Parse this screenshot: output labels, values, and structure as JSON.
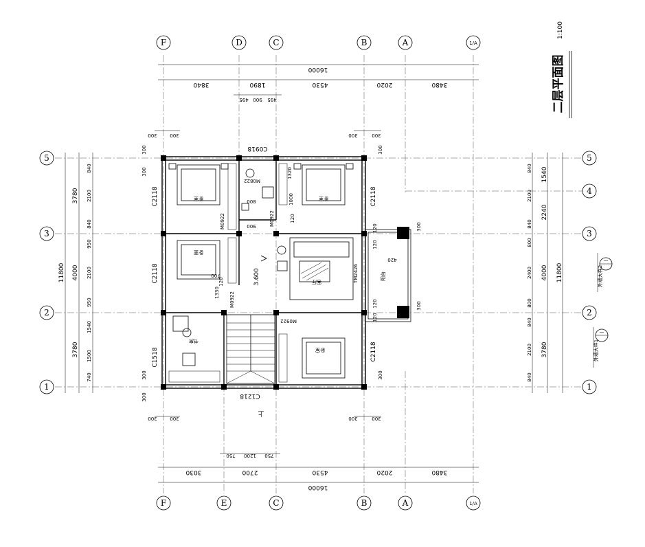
{
  "title": "二层平面图",
  "scale": "1:100",
  "axes": {
    "letters": [
      "F",
      "E",
      "D",
      "C",
      "B",
      "A"
    ],
    "numbers": [
      "1",
      "2",
      "3",
      "4",
      "5"
    ],
    "corner_label": "1/A"
  },
  "dimensions": {
    "top_total": "16000",
    "top_segments": [
      "3840",
      "1890",
      "4530",
      "2020",
      "3480"
    ],
    "top_sub": [
      "495",
      "900",
      "495"
    ],
    "bottom_total": "16000",
    "bottom_segments": [
      "3030",
      "2700",
      "4530",
      "2020",
      "3480"
    ],
    "bottom_sub": [
      "750",
      "1200",
      "750"
    ],
    "left_total": "11800",
    "left_mid": [
      "3780",
      "4000",
      "3780"
    ],
    "left_fine": [
      "840",
      "2100",
      "840",
      "950",
      "2100",
      "950",
      "1540",
      "1500",
      "740"
    ],
    "right_total": "11800",
    "right_mid": [
      "1540",
      "2240",
      "4000",
      "3780"
    ],
    "right_fine": [
      "840",
      "2100",
      "840",
      "800",
      "2400",
      "800",
      "840",
      "2100",
      "840"
    ],
    "offsets": [
      "300",
      "300",
      "300",
      "300",
      "300",
      "300",
      "300",
      "300",
      "300",
      "300",
      "300",
      "300",
      "300",
      "300",
      "300",
      "300"
    ],
    "small": [
      "120",
      "120",
      "120",
      "120",
      "120",
      "120",
      "120",
      "120",
      "120"
    ]
  },
  "rooms": {
    "bedroom_1": "卧室",
    "bedroom_2": "卧室",
    "bedroom_3": "卧室",
    "bedroom_4": "卧室",
    "living": "客厅",
    "study": "书房",
    "balcony": "阳台"
  },
  "openings": {
    "windows": [
      "C2118",
      "C2118",
      "C2118",
      "C2118",
      "C1518",
      "C1218",
      "C0918"
    ],
    "doors": [
      "M0922",
      "M0922",
      "M0922",
      "M0922",
      "M0822",
      "TM2426"
    ],
    "misc": [
      "1320",
      "1000",
      "800",
      "900",
      "900",
      "1330",
      "700",
      "420"
    ]
  },
  "level": "3.600",
  "stair_label": "上",
  "notes": [
    "外墙大样2",
    "外墙大样1"
  ],
  "note_refs": [
    "—",
    "—"
  ]
}
